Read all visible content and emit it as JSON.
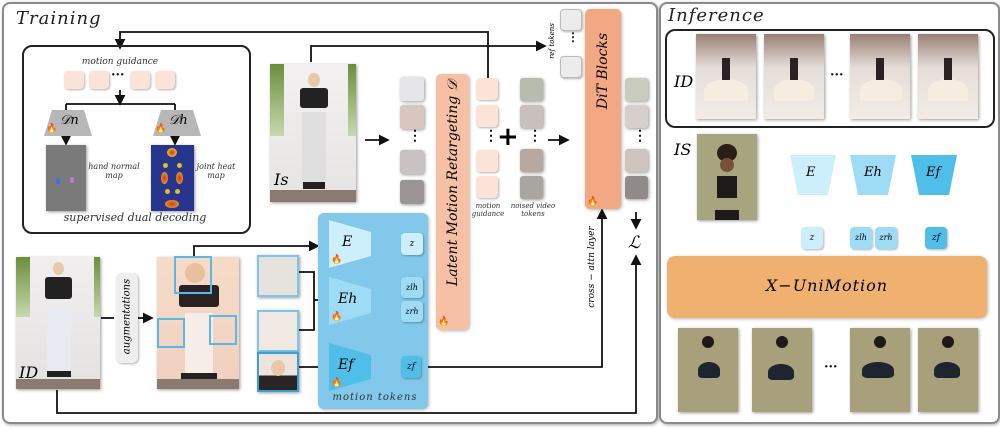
{
  "training": {
    "title": "Training",
    "dual_decoding": {
      "motion_guidance_label": "motion guidance",
      "decoder_n": "𝒟n",
      "decoder_h": "𝒟h",
      "hand_map_label": "hand normal map",
      "heat_map_label": "joint heat map",
      "caption": "supervised dual decoding"
    },
    "source_image_label": "Is",
    "driving_image_label": "ID",
    "augmentations_label": "augmentations",
    "retargeting_label": "Latent Motion Retargeting 𝒟",
    "motion_guidance_label": "motion guidance",
    "noised_tokens_label": "noised video tokens",
    "ref_tokens_label": "ref tokens",
    "dit_label": "DiT Blocks",
    "cross_attn_label": "cross − attn layer",
    "loss_label": "ℒ",
    "encoders": {
      "E": "E",
      "Eh": "Eh",
      "Ef": "Ef",
      "z": "z",
      "zlh": "zlh",
      "zrh": "zrh",
      "zf": "zf",
      "caption": "motion tokens"
    },
    "ellipsis": "⋮",
    "plus": "+"
  },
  "inference": {
    "title": "Inference",
    "driving_label": "ID",
    "source_label": "IS",
    "encoders": {
      "E": "E",
      "Eh": "Eh",
      "Ef": "Ef"
    },
    "tokens": {
      "z": "z",
      "zlh": "zlh",
      "zrh": "zrh",
      "zf": "zf"
    },
    "model_label": "X−UniMotion",
    "ellipsis": "···"
  },
  "colors": {
    "peach": "#f2a882",
    "peach_light": "#fbe3d8",
    "blue_panel": "#82c8ea",
    "enc_E": "#cdeefb",
    "enc_Eh": "#9edbf4",
    "enc_Ef": "#4fbfea",
    "unimotion": "#f0b070"
  }
}
